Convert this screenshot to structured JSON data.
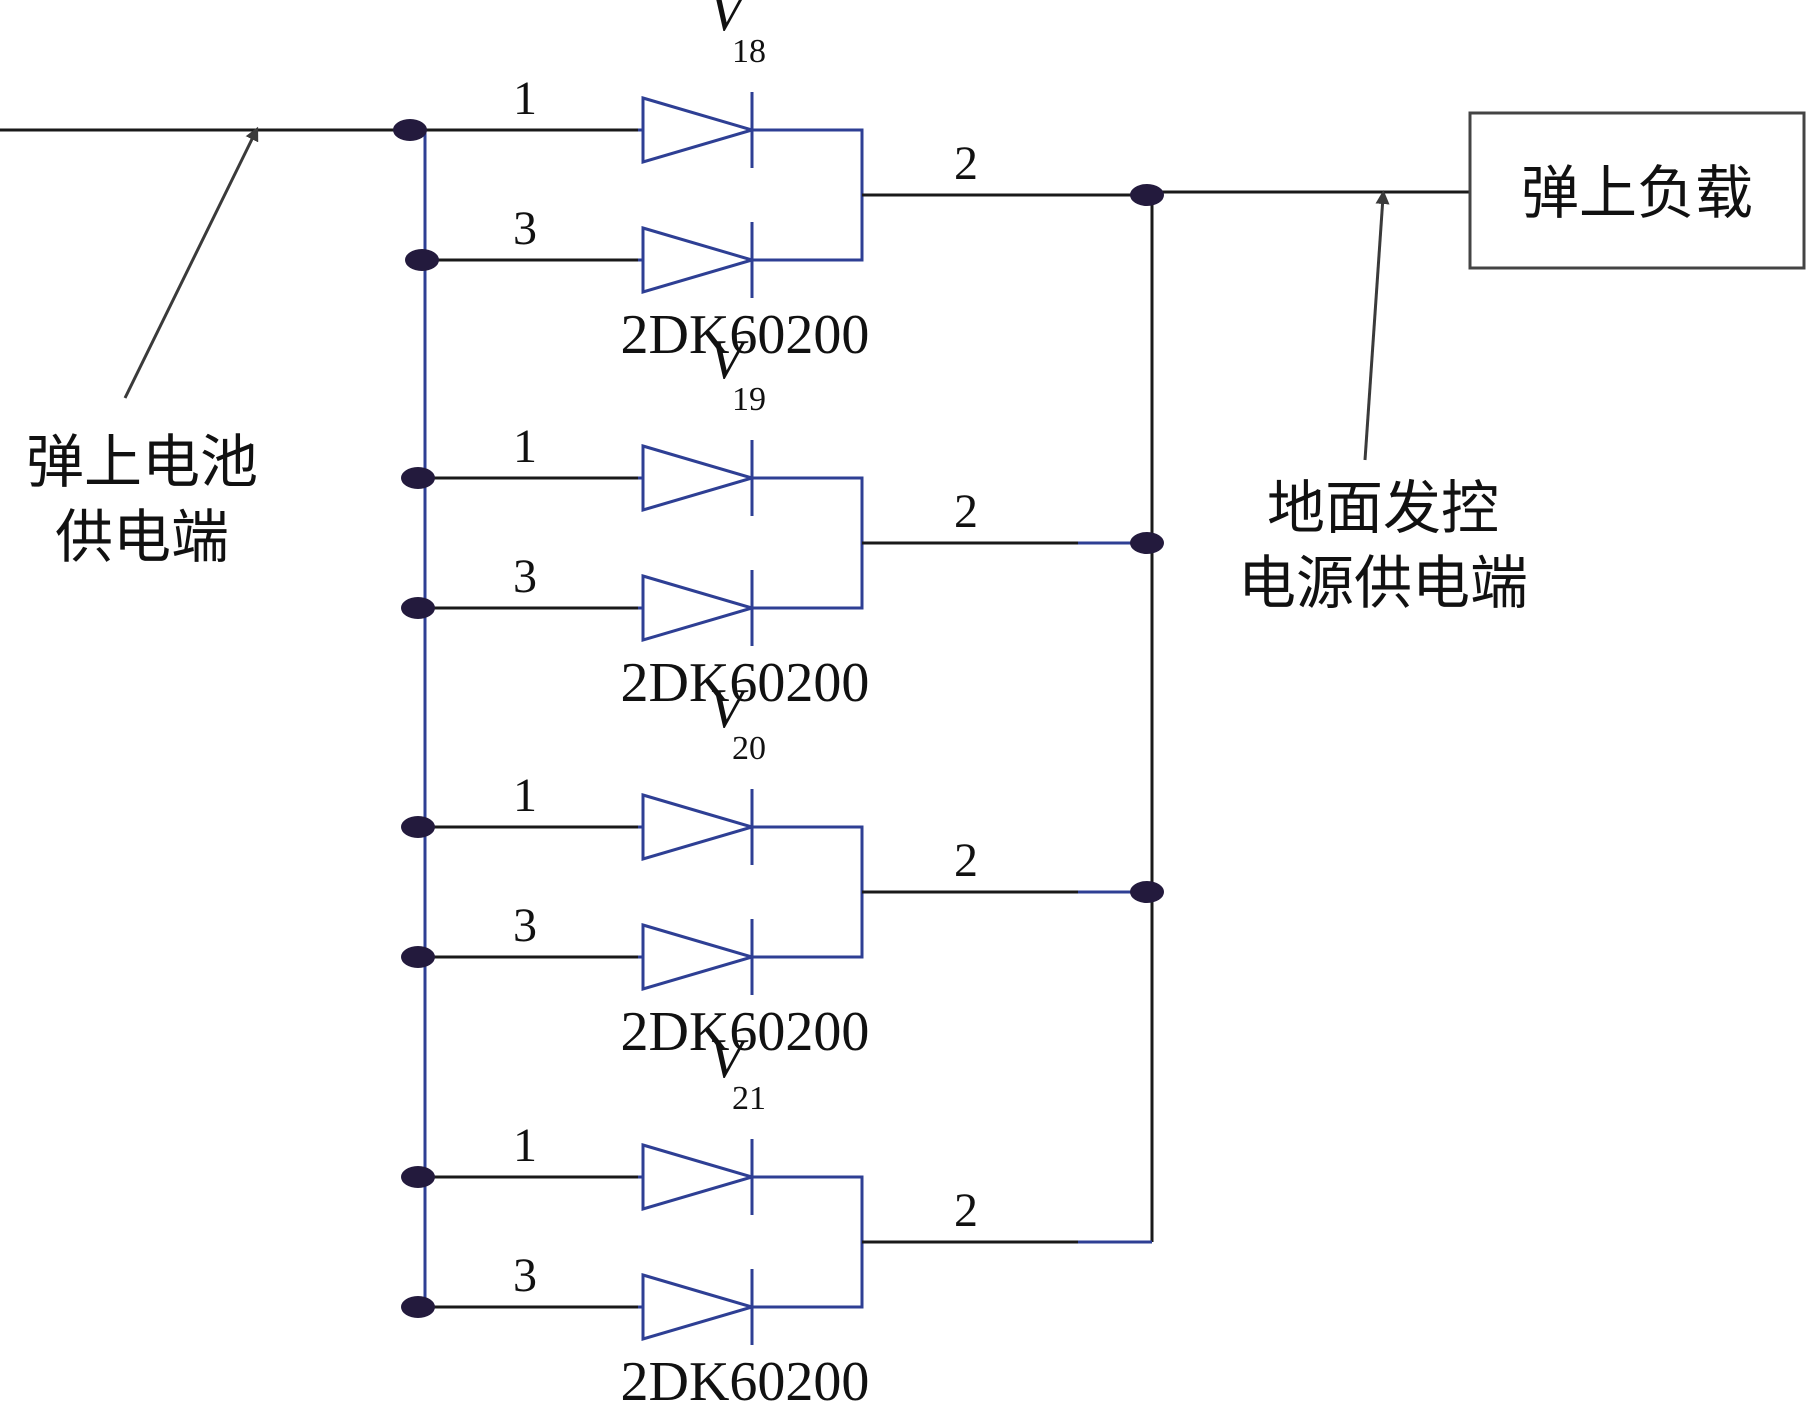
{
  "colors": {
    "wire_black": "#1a1a1a",
    "wire_blue": "#2e3f94",
    "node_fill": "#231a3d",
    "box_border": "#444444",
    "arrow": "#3a3a3a"
  },
  "labels": {
    "battery_supply": [
      "弹上电池",
      "供电端"
    ],
    "ground_supply": [
      "地面发控",
      "电源供电端"
    ],
    "load": "弹上负载"
  },
  "pins": {
    "anode_a": "1",
    "anode_b": "3",
    "cathode": "2"
  },
  "diodes": [
    {
      "ref_letter": "V",
      "ref_sub": "18",
      "part": "2DK60200"
    },
    {
      "ref_letter": "V",
      "ref_sub": "19",
      "part": "2DK60200"
    },
    {
      "ref_letter": "V",
      "ref_sub": "20",
      "part": "2DK60200"
    },
    {
      "ref_letter": "V",
      "ref_sub": "21",
      "part": "2DK60200"
    }
  ]
}
